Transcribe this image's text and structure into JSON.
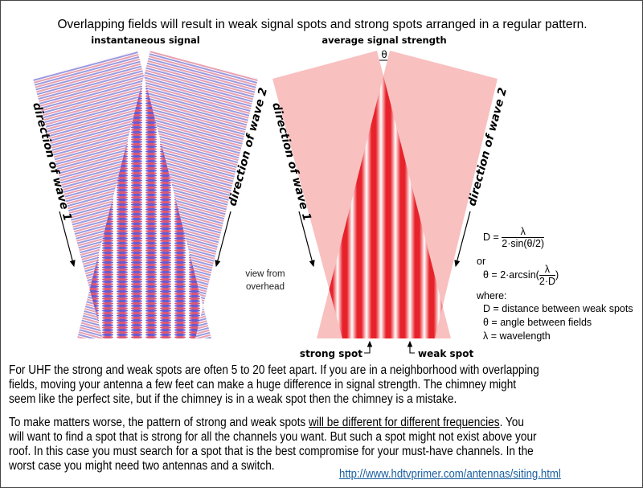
{
  "title": "Overlapping fields will result in weak signal spots and strong spots arranged in a regular pattern.",
  "left_diagram": {
    "heading": "instantaneous signal",
    "wave1_label": "direction of wave 1",
    "wave2_label": "direction of wave 2"
  },
  "center_note": [
    "view from",
    "overhead"
  ],
  "right_diagram": {
    "heading": "average signal strength",
    "angle_symbol": "θ",
    "wave1_label": "direction of wave 1",
    "wave2_label": "direction of wave 2",
    "strong_spot_label": "strong spot",
    "weak_spot_label": "weak spot"
  },
  "formulas": {
    "f1_lhs": "D =",
    "f1_num": "λ",
    "f1_den": "2·sin(θ/2)",
    "or": "or",
    "f2_lhs": "θ = 2·arcsin(",
    "f2_num": "λ",
    "f2_den": "2·D",
    "f2_close": ")",
    "where": "where:",
    "defs": [
      "D = distance between weak spots",
      "θ = angle between fields",
      "λ = wavelength"
    ]
  },
  "paragraph1": [
    "For UHF the strong and weak spots are often 5 to 20 feet apart.  If you are in a neighborhood with overlapping",
    "fields, moving your antenna a few feet can make a huge difference in signal strength.  The chimney might",
    "seem like the perfect site, but if the chimney is in a weak spot then the chimney is a mistake."
  ],
  "paragraph2": {
    "line1_pre": "To make matters worse, the pattern of strong and weak spots ",
    "line1_underlined": "will be different for different frequencies",
    "line1_post": ".  You",
    "lines": [
      "will want to find a spot that is strong for all the channels you want.  But such a spot might not exist above your",
      "roof.  In this case you must search for a spot that is the best compromise for your must-have channels.  In the",
      "worst case you might need two antennas and a switch."
    ]
  },
  "link": "http://www.hdtvprimer.com/antennas/siting.html",
  "colors": {
    "beam_pink": "#f9c0c0",
    "stripe_red": "#e8222a",
    "stripe_blue": "#9a9ae0",
    "stripe_pink": "#e8a0b0",
    "link": "#1a5fa0"
  }
}
